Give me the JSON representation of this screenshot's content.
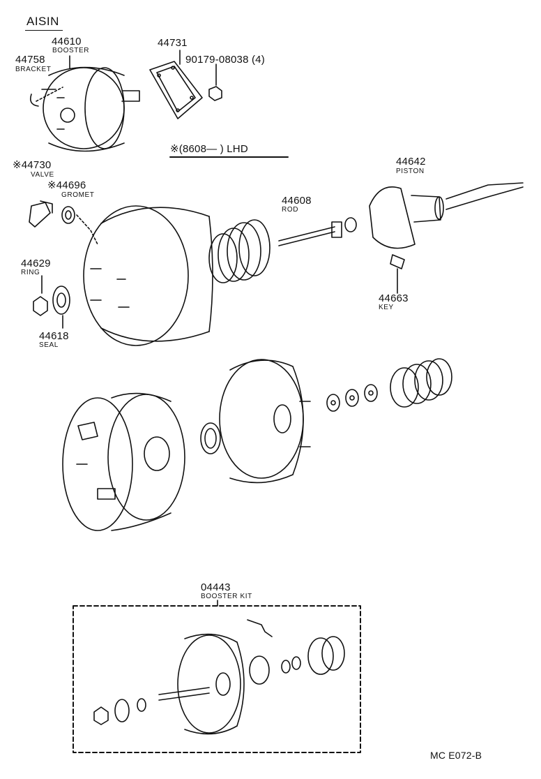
{
  "brand": "AISIN",
  "lhd_note": "※(8608—      ) LHD",
  "footer_code": "MC  E072-B",
  "parts": [
    {
      "num": "44610",
      "name": "BOOSTER"
    },
    {
      "num": "44758",
      "name": "BRACKET"
    },
    {
      "num": "44731",
      "name": ""
    },
    {
      "num": "90179-08038 (4)",
      "name": ""
    },
    {
      "num": "※44730",
      "name": "VALVE"
    },
    {
      "num": "※44696",
      "name": "GROMET"
    },
    {
      "num": "44642",
      "name": "PISTON"
    },
    {
      "num": "44608",
      "name": "ROD"
    },
    {
      "num": "44629",
      "name": "RING"
    },
    {
      "num": "44618",
      "name": "SEAL"
    },
    {
      "num": "44663",
      "name": "KEY"
    },
    {
      "num": "04443",
      "name": "BOOSTER KIT"
    }
  ]
}
